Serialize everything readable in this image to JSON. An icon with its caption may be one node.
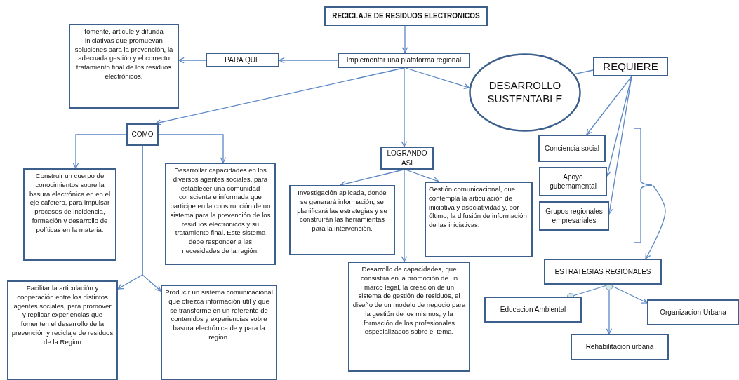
{
  "diagram": {
    "nodes": [
      {
        "text": [
          "RECICLAJE DE RESIDUOS  ELECTRONICOS"
        ]
      },
      {
        "text": [
          "Implementar una plataforma regional"
        ]
      },
      {
        "text": [
          "PARA QUE"
        ]
      },
      {
        "text": [
          "fomente, articule y difunda iniciativas que promuevan soluciones para la prevención, la adecuada gestión y el correcto tratamiento final de los residuos electrónicos."
        ]
      },
      {
        "text": [
          "DESARROLLO SUSTENTABLE"
        ]
      },
      {
        "text": [
          "REQUIERE"
        ]
      },
      {
        "text": [
          "COMO"
        ]
      },
      {
        "text": [
          "Construir un cuerpo de conocimientos sobre la basura electrónica en en el eje cafetero, para impulsar procesos de incidencia, formación y desarrollo de políticas en la materia."
        ]
      },
      {
        "text": [
          "Desarrollar capacidades en los diversos agentes sociales, para establecer una comunidad consciente e informada que participe en la construcción de un sistema para la prevención de los residuos electrónicos y su tratamiento final. Este sistema debe responder a las necesidades de la región."
        ]
      },
      {
        "text": [
          "LOGRANDO ASI"
        ]
      },
      {
        "text": [
          "Investigación aplicada, donde se generará información, se planificará las estrategias y se construirán las herramientas para la intervención."
        ]
      },
      {
        "text": [
          "Gestión comunicacional, que contempla la articulación de iniciativa y asociatividad y, por último, la difusión de información de las iniciativas."
        ]
      },
      {
        "text": [
          "Desarrollo de capacidades, que consistirá en la promoción de un marco legal, la creación de un sistema de gestión de residuos, el diseño de un modelo de negocio para la gestión de los mismos, y la formación de los profesionales especializados sobre el tema."
        ]
      },
      {
        "text": [
          "Facilitar la articulación y cooperación entre los distintos agentes sociales, para promover y replicar experiencias que fomenten el desarrollo de la prevención y reciclaje de residuos de la Region"
        ]
      },
      {
        "text": [
          "Producir un sistema comunicacional que ofrezca información útil y que se transforme en un referente de contenidos y experiencias sobre basura electrónica de y para la region."
        ]
      },
      {
        "text": [
          "Conciencia social"
        ]
      },
      {
        "text": [
          "Apoyo gubernamental"
        ]
      },
      {
        "text": [
          "Grupos regionales empresariales"
        ]
      },
      {
        "text": [
          "ESTRATEGIAS REGIONALES"
        ]
      },
      {
        "text": [
          "Educacion Ambiental"
        ]
      },
      {
        "text": [
          "Organizacion Urbana"
        ]
      },
      {
        "text": [
          "Rehabilitacion urbana"
        ]
      },
      {
        "text": [],
        "shape": "bracket"
      }
    ],
    "edges": [
      {
        "from": 0,
        "to": 1,
        "arrow": "to"
      },
      {
        "from": 1,
        "to": 2,
        "arrow": "to"
      },
      {
        "from": 2,
        "to": 3,
        "arrow": "to"
      },
      {
        "from": 1,
        "to": 6,
        "arrow": "to"
      },
      {
        "from": 1,
        "to": 4,
        "arrow": "to"
      },
      {
        "from": 4,
        "to": 5,
        "arrow": "none"
      },
      {
        "from": 5,
        "to": 15,
        "arrow": "to"
      },
      {
        "from": 5,
        "to": 16,
        "arrow": "to"
      },
      {
        "from": 5,
        "to": 17,
        "arrow": "to"
      },
      {
        "from": 6,
        "to": 7,
        "arrow": "to"
      },
      {
        "from": 6,
        "to": 8,
        "arrow": "to"
      },
      {
        "from": 6,
        "to": 13,
        "arrow": "to"
      },
      {
        "from": 6,
        "to": 14,
        "arrow": "to"
      },
      {
        "from": 1,
        "to": 9,
        "arrow": "to"
      },
      {
        "from": 9,
        "to": 10,
        "arrow": "to"
      },
      {
        "from": 9,
        "to": 11,
        "arrow": "to"
      },
      {
        "from": 9,
        "to": 12,
        "arrow": "to"
      },
      {
        "from": 22,
        "to": 18,
        "arrow": "to"
      },
      {
        "from": 18,
        "to": 19,
        "arrow": "other"
      },
      {
        "from": 18,
        "to": 20,
        "arrow": "to"
      },
      {
        "from": 18,
        "to": 21,
        "arrow": "to"
      }
    ]
  }
}
